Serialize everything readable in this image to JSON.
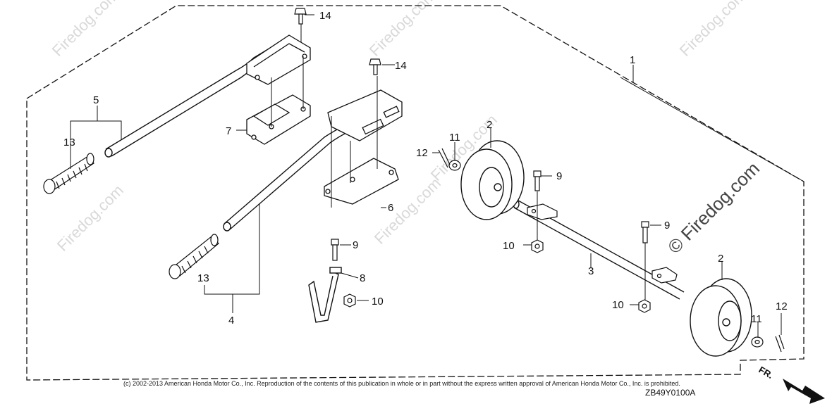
{
  "diagram": {
    "copyright": "(c) 2002-2013 American Honda Motor Co., Inc. Reproduction of the contents of this publication in whole or in part without the express written approval of American Honda Motor Co., Inc. is prohibited.",
    "code": "ZB49Y0100A",
    "direction": "FR.",
    "watermark": "Firedog.com",
    "watermark_main": "© Firedog.com",
    "callouts": [
      {
        "id": "c14a",
        "text": "14"
      },
      {
        "id": "c14b",
        "text": "14"
      },
      {
        "id": "c1",
        "text": "1"
      },
      {
        "id": "c5",
        "text": "5"
      },
      {
        "id": "c13a",
        "text": "13"
      },
      {
        "id": "c7",
        "text": "7"
      },
      {
        "id": "c2a",
        "text": "2"
      },
      {
        "id": "c11a",
        "text": "11"
      },
      {
        "id": "c12a",
        "text": "12"
      },
      {
        "id": "c9a",
        "text": "9"
      },
      {
        "id": "c6",
        "text": "6"
      },
      {
        "id": "c9b",
        "text": "9"
      },
      {
        "id": "c10a",
        "text": "10"
      },
      {
        "id": "c9c",
        "text": "9"
      },
      {
        "id": "c8",
        "text": "8"
      },
      {
        "id": "c13b",
        "text": "13"
      },
      {
        "id": "c3",
        "text": "3"
      },
      {
        "id": "c10b",
        "text": "10"
      },
      {
        "id": "c2b",
        "text": "2"
      },
      {
        "id": "c10c",
        "text": "10"
      },
      {
        "id": "c12b",
        "text": "12"
      },
      {
        "id": "c11b",
        "text": "11"
      },
      {
        "id": "c4",
        "text": "4"
      }
    ]
  }
}
